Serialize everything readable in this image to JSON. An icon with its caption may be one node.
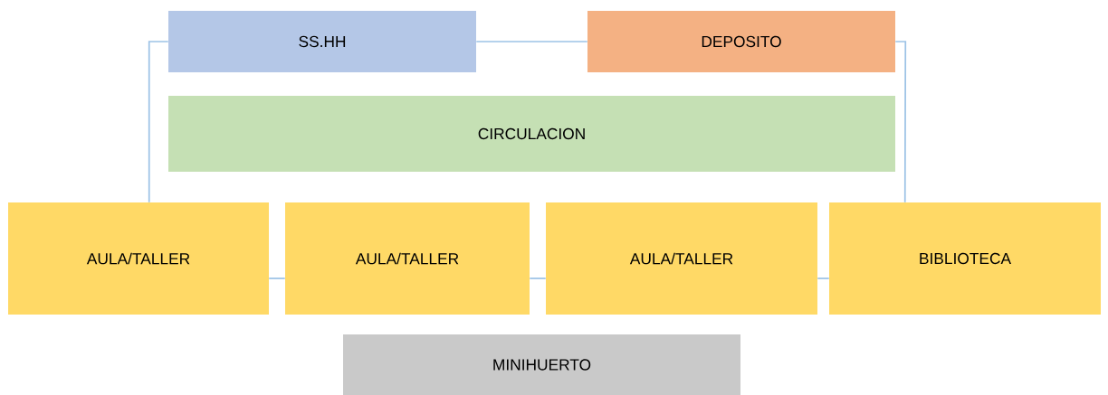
{
  "diagram": {
    "nodes": [
      {
        "text": [
          "SS.HH"
        ]
      },
      {
        "text": [
          "DEPOSITO"
        ]
      },
      {
        "text": [
          "CIRCULACION"
        ]
      },
      {
        "text": [
          "AULA/TALLER"
        ]
      },
      {
        "text": [
          "AULA/TALLER"
        ]
      },
      {
        "text": [
          "AULA/TALLER"
        ]
      },
      {
        "text": [
          "BIBLIOTECA"
        ]
      },
      {
        "text": [
          "MINIHUERTO"
        ]
      }
    ],
    "edges": [
      {
        "from": 3,
        "to": 0,
        "arrow": "none"
      },
      {
        "from": 0,
        "to": 1,
        "arrow": "none"
      },
      {
        "from": 1,
        "to": 6,
        "arrow": "none"
      },
      {
        "from": 3,
        "to": 4,
        "arrow": "none"
      },
      {
        "from": 4,
        "to": 5,
        "arrow": "none"
      },
      {
        "from": 5,
        "to": 6,
        "arrow": "none"
      }
    ]
  }
}
